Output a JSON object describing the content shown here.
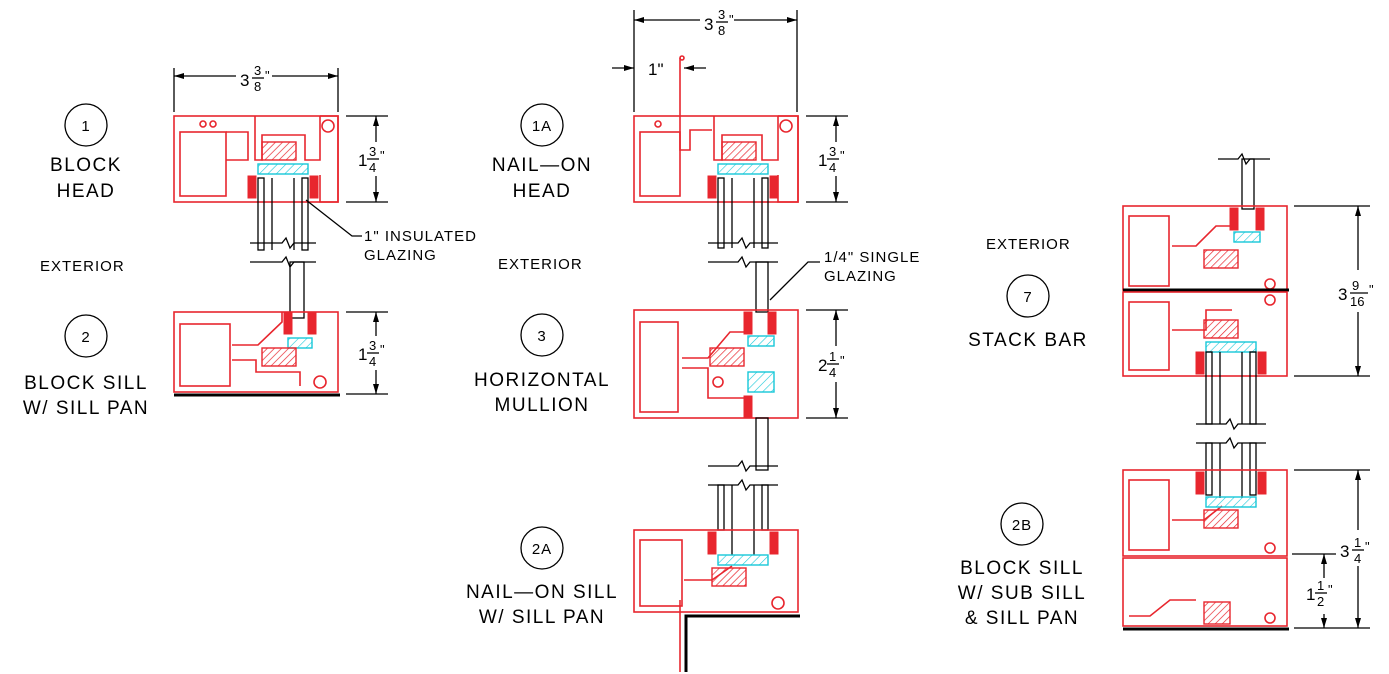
{
  "details": [
    {
      "tag": "1",
      "lines": [
        "BLOCK",
        "HEAD"
      ]
    },
    {
      "tag": "2",
      "lines": [
        "BLOCK SILL",
        "W/ SILL PAN"
      ]
    },
    {
      "tag": "1A",
      "lines": [
        "NAIL—ON",
        "HEAD"
      ]
    },
    {
      "tag": "3",
      "lines": [
        "HORIZONTAL",
        "MULLION"
      ]
    },
    {
      "tag": "2A",
      "lines": [
        "NAIL—ON SILL",
        "W/ SILL PAN"
      ]
    },
    {
      "tag": "7",
      "lines": [
        "STACK BAR"
      ]
    },
    {
      "tag": "2B",
      "lines": [
        "BLOCK SILL",
        "W/ SUB SILL",
        "& SILL PAN"
      ]
    }
  ],
  "labels": {
    "exterior": "EXTERIOR",
    "insulated_glazing": [
      "1\" INSULATED",
      "GLAZING"
    ],
    "single_glazing": [
      "1/4\" SINGLE",
      "GLAZING"
    ]
  },
  "dimensions": {
    "whole_3": "3",
    "frac_3_8": [
      "3",
      "8"
    ],
    "whole_1": "1",
    "frac_3_4": [
      "3",
      "4"
    ],
    "frac_1_4": [
      "1",
      "4"
    ],
    "whole_2": "2",
    "frac_9_16": [
      "9",
      "16"
    ],
    "frac_1_2": [
      "1",
      "2"
    ],
    "inch": "\"",
    "one_inch": "1\""
  },
  "colors": {
    "frame": "#e8262e",
    "glazing_block": "#16c8d8",
    "line": "#000000"
  }
}
